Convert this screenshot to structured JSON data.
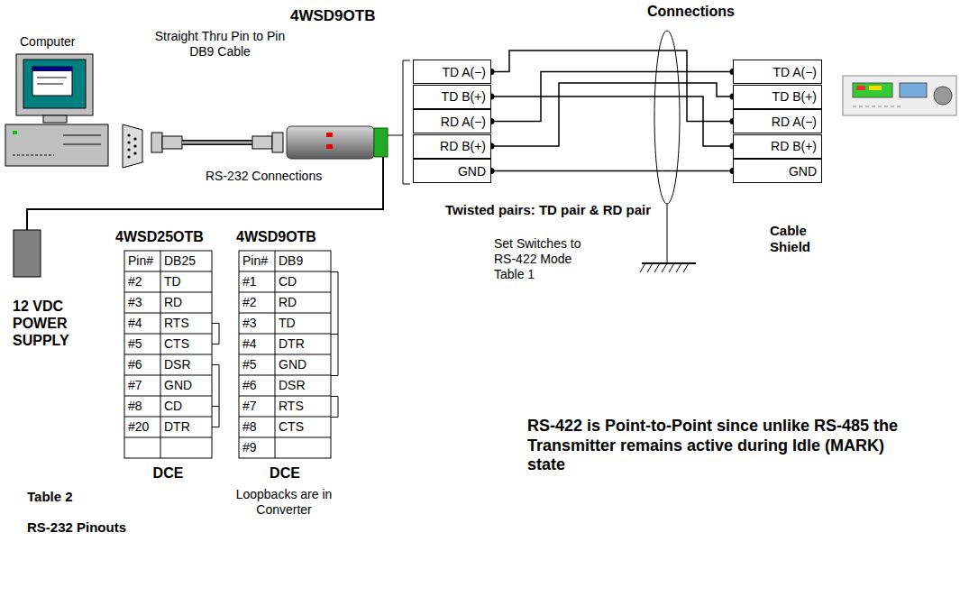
{
  "diagram": {
    "nodes": [
      {
        "text": [
          "TD A(−)"
        ]
      },
      {
        "text": [
          "TD B(+)"
        ]
      },
      {
        "text": [
          "RD A(−)"
        ]
      },
      {
        "text": [
          "RD B(+)"
        ]
      },
      {
        "text": [
          "GND"
        ]
      },
      {
        "text": [
          "TD A(−)"
        ]
      },
      {
        "text": [
          "TD B(+)"
        ]
      },
      {
        "text": [
          "RD A(−)"
        ]
      },
      {
        "text": [
          "RD B(+)"
        ]
      },
      {
        "text": [
          "GND"
        ]
      }
    ],
    "edges": [
      {
        "from": 0,
        "to": 7,
        "arrow": "none"
      },
      {
        "from": 1,
        "to": 8,
        "arrow": "none"
      },
      {
        "from": 2,
        "to": 5,
        "arrow": "none"
      },
      {
        "from": 3,
        "to": 6,
        "arrow": "none"
      },
      {
        "from": 4,
        "to": 9,
        "arrow": "none"
      }
    ],
    "labels": [
      "4WSD9OTB",
      "Connections",
      "Computer",
      "Straight Thru Pin to Pin DB9 Cable",
      "RS-232 Connections",
      "12 VDC POWER SUPPLY",
      "4WSD25OTB",
      "4WSD9OTB",
      "Pin#",
      "DB25",
      "#2",
      "TD",
      "#3",
      "RD",
      "#4",
      "RTS",
      "#5",
      "CTS",
      "#6",
      "DSR",
      "#7",
      "GND",
      "#8",
      "CD",
      "#20",
      "DTR",
      "Pin#",
      "DB9",
      "#1",
      "CD",
      "#2",
      "RD",
      "#3",
      "TD",
      "#4",
      "DTR",
      "#5",
      "GND",
      "#6",
      "DSR",
      "#7",
      "RTS",
      "#8",
      "CTS",
      "#9",
      "DCE",
      "DCE",
      "Table 2",
      "RS-232 Pinouts",
      "Loopbacks are in Converter",
      "Twisted pairs: TD pair & RD pair",
      "Set Switches to RS-422 Mode Table 1",
      "Cable Shield",
      "RS-422 is Point-to-Point since unlike RS-485 the Transmitter remains active during Idle (MARK) state"
    ]
  }
}
